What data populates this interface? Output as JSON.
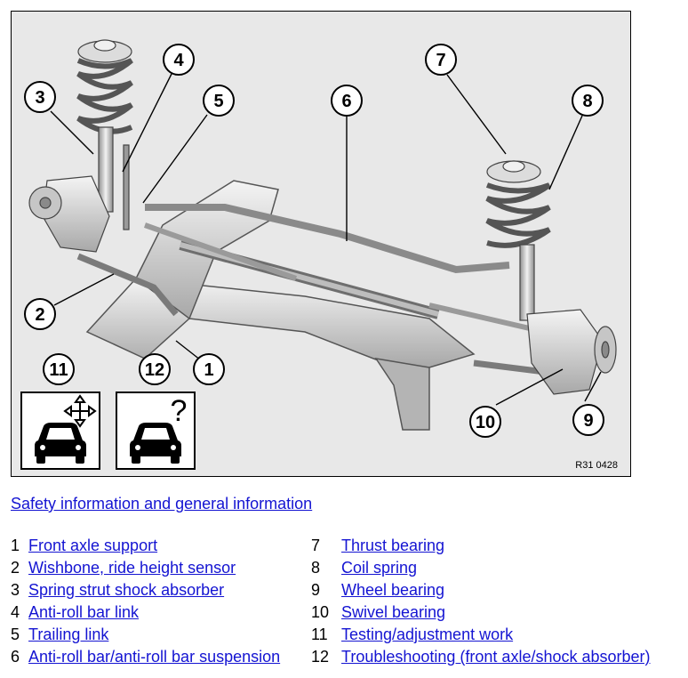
{
  "figure": {
    "reference": "R31 0428",
    "callouts": [
      "1",
      "2",
      "3",
      "4",
      "5",
      "6",
      "7",
      "8",
      "9",
      "10",
      "11",
      "12"
    ],
    "icons": [
      {
        "name": "car-adjust-icon",
        "number": "11"
      },
      {
        "name": "car-question-icon",
        "number": "12"
      }
    ]
  },
  "safety_link": "Safety information and general information",
  "legend": {
    "left": [
      {
        "num": "1",
        "label": "Front axle support"
      },
      {
        "num": "2",
        "label": "Wishbone, ride height sensor"
      },
      {
        "num": "3",
        "label": "Spring strut shock absorber"
      },
      {
        "num": "4",
        "label": "Anti-roll bar link"
      },
      {
        "num": "5",
        "label": "Trailing link"
      },
      {
        "num": "6",
        "label": "Anti-roll bar/anti-roll bar suspension"
      }
    ],
    "right": [
      {
        "num": "7",
        "label": "Thrust bearing"
      },
      {
        "num": "8",
        "label": "Coil spring"
      },
      {
        "num": "9",
        "label": "Wheel bearing"
      },
      {
        "num": "10",
        "label": "Swivel bearing"
      },
      {
        "num": "11",
        "label": "Testing/adjustment work"
      },
      {
        "num": "12",
        "label": "Troubleshooting (front axle/shock absorber)"
      }
    ]
  },
  "colors": {
    "link": "#1414d2",
    "figure_bg": "#e8e8e8",
    "metal": "#c8c8c8"
  }
}
